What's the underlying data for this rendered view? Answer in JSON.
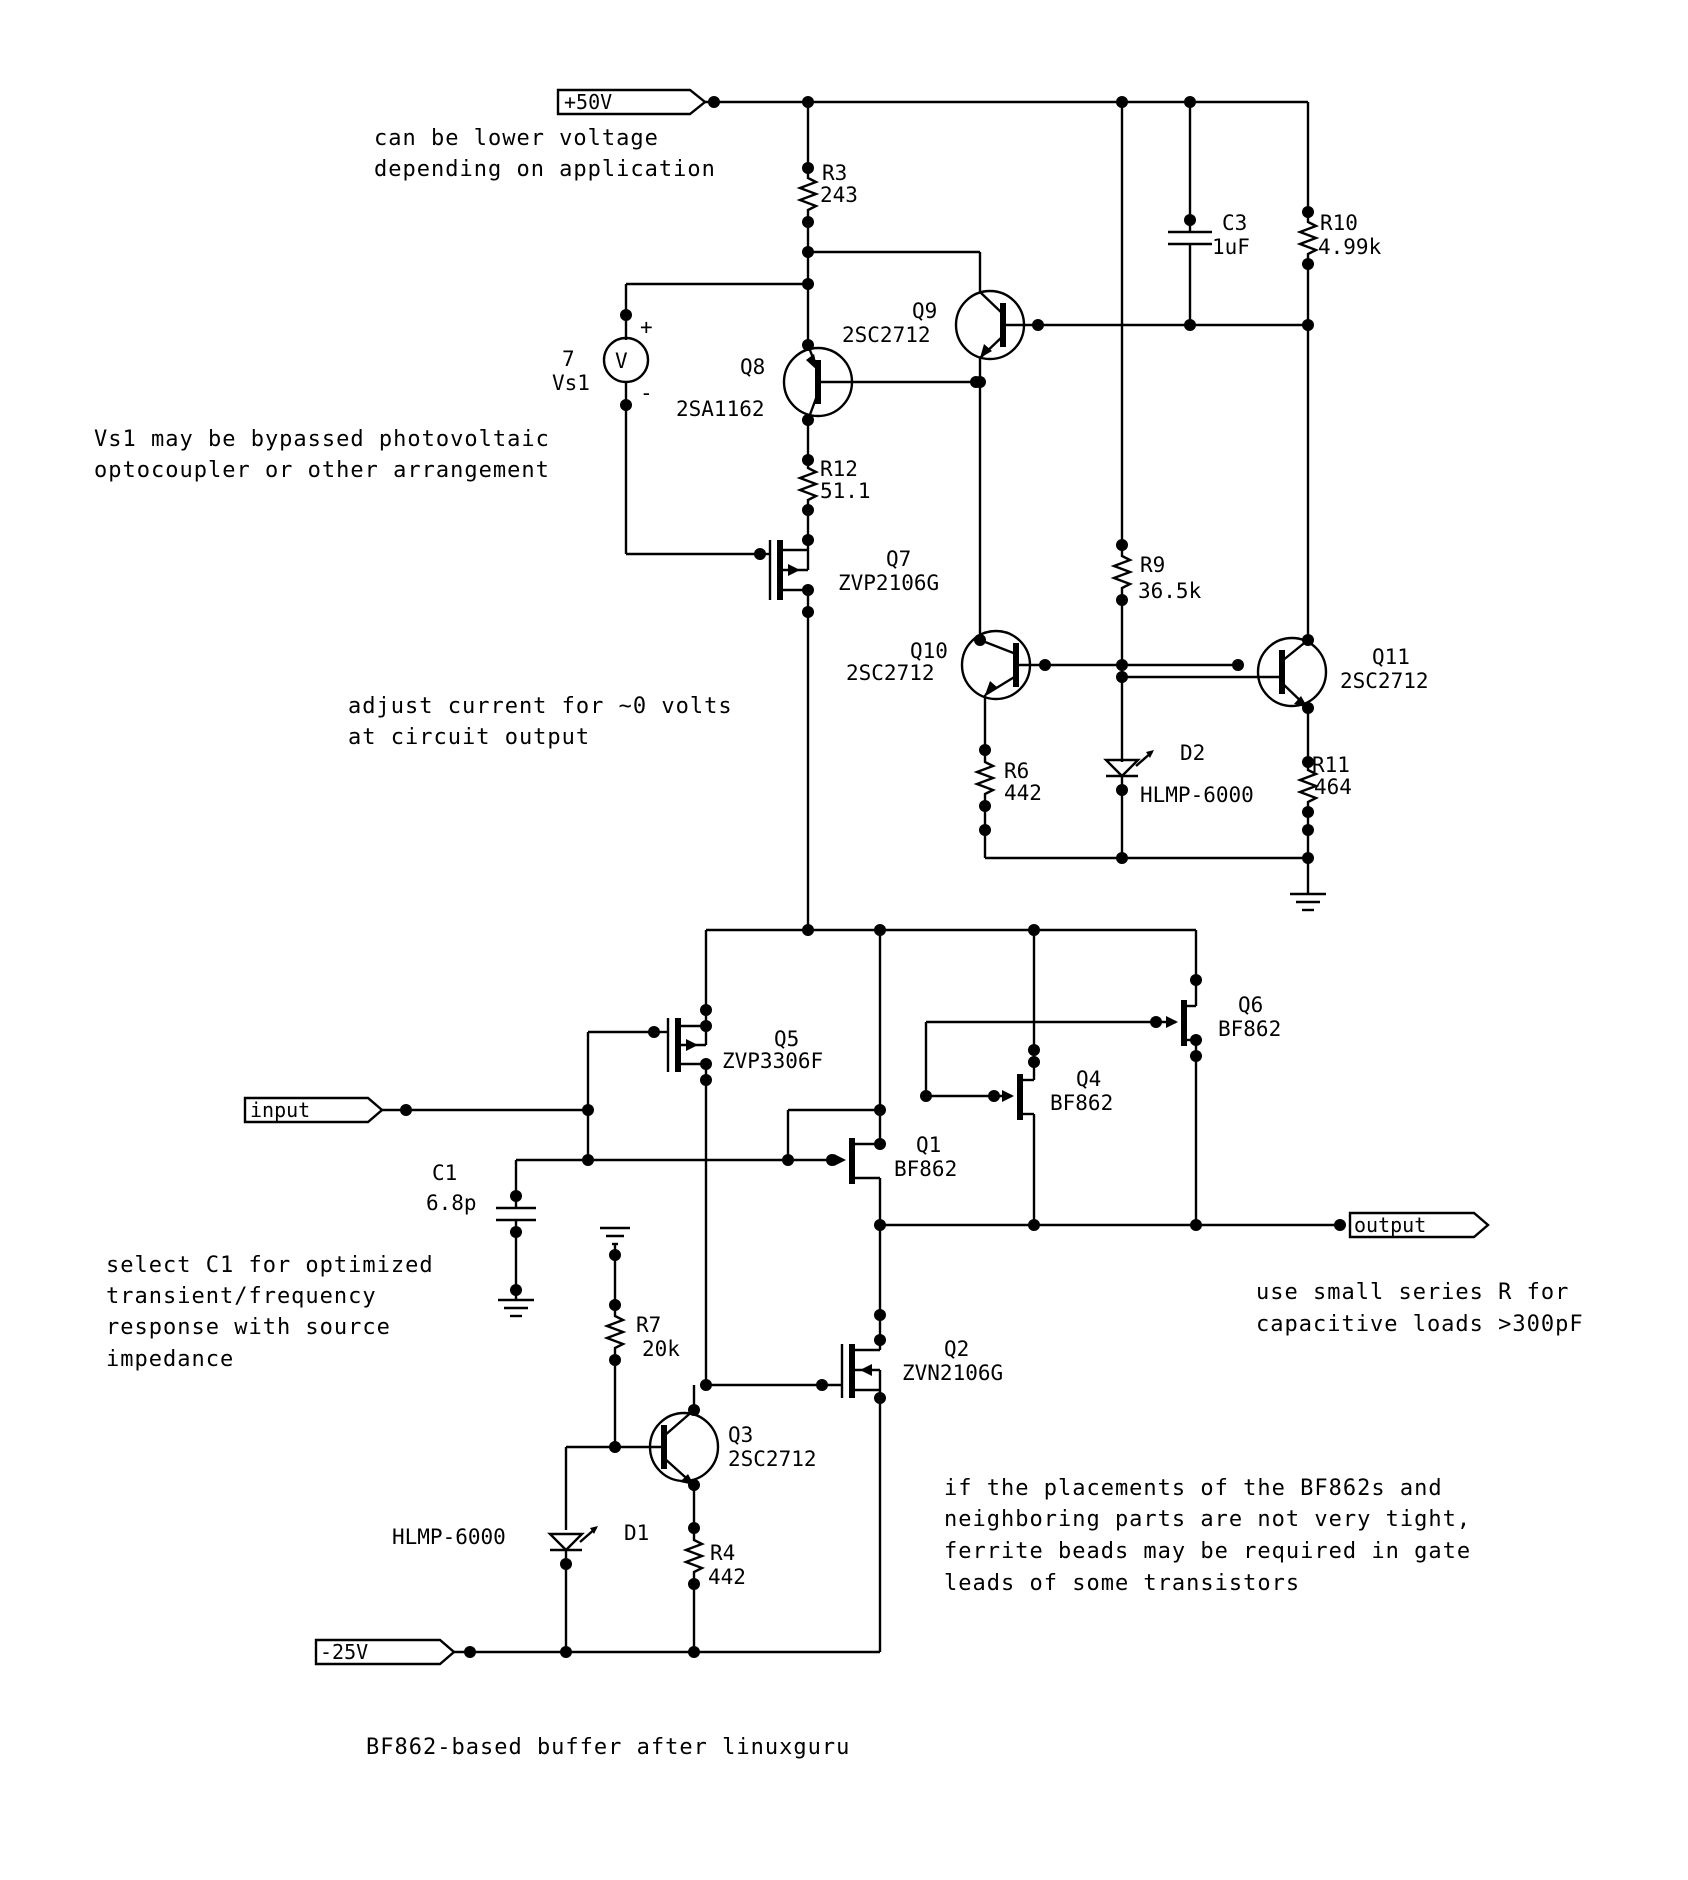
{
  "ports": {
    "vpos": "+50V",
    "vneg": "-25V",
    "input": "input",
    "output": "output"
  },
  "components": {
    "r3": {
      "ref": "R3",
      "value": "243"
    },
    "r10": {
      "ref": "R10",
      "value": "4.99k"
    },
    "c3": {
      "ref": "C3",
      "value": "1uF"
    },
    "q9": {
      "ref": "Q9",
      "part": "2SC2712"
    },
    "q8": {
      "ref": "Q8",
      "part": "2SA1162"
    },
    "vs1": {
      "ref": "Vs1",
      "num": "7",
      "glyph": "V",
      "plus": "+",
      "minus": "-"
    },
    "r12": {
      "ref": "R12",
      "value": "51.1"
    },
    "q7": {
      "ref": "Q7",
      "part": "ZVP2106G"
    },
    "r9": {
      "ref": "R9",
      "value": "36.5k"
    },
    "q10": {
      "ref": "Q10",
      "part": "2SC2712"
    },
    "q11": {
      "ref": "Q11",
      "part": "2SC2712"
    },
    "r6": {
      "ref": "R6",
      "value": "442"
    },
    "d2": {
      "ref": "D2",
      "part": "HLMP-6000"
    },
    "r11": {
      "ref": "R11",
      "value": "464"
    },
    "q5": {
      "ref": "Q5",
      "part": "ZVP3306F"
    },
    "q6": {
      "ref": "Q6",
      "part": "BF862"
    },
    "q4": {
      "ref": "Q4",
      "part": "BF862"
    },
    "q1": {
      "ref": "Q1",
      "part": "BF862"
    },
    "c1": {
      "ref": "C1",
      "value": "6.8p"
    },
    "r7": {
      "ref": "R7",
      "value": "20k"
    },
    "q2": {
      "ref": "Q2",
      "part": "ZVN2106G"
    },
    "q3": {
      "ref": "Q3",
      "part": "2SC2712"
    },
    "d1": {
      "ref": "D1",
      "part": "HLMP-6000"
    },
    "r4": {
      "ref": "R4",
      "value": "442"
    }
  },
  "notes": {
    "supply_1": "can be lower voltage",
    "supply_2": "depending on application",
    "vs1_1": "Vs1 may be bypassed photovoltaic",
    "vs1_2": "optocoupler or other arrangement",
    "adjust_1": "adjust current for ~0 volts",
    "adjust_2": "at circuit output",
    "c1_1": "select C1 for optimized",
    "c1_2": "transient/frequency",
    "c1_3": "response with source",
    "c1_4": "impedance",
    "load_1": "use small series R for",
    "load_2": "capacitive loads >300pF",
    "ferrite_1": "if the placements of the BF862s and",
    "ferrite_2": "neighboring parts are not very tight,",
    "ferrite_3": "ferrite beads may be required in gate",
    "ferrite_4": "leads of some transistors",
    "title": "BF862-based buffer after linuxguru"
  }
}
